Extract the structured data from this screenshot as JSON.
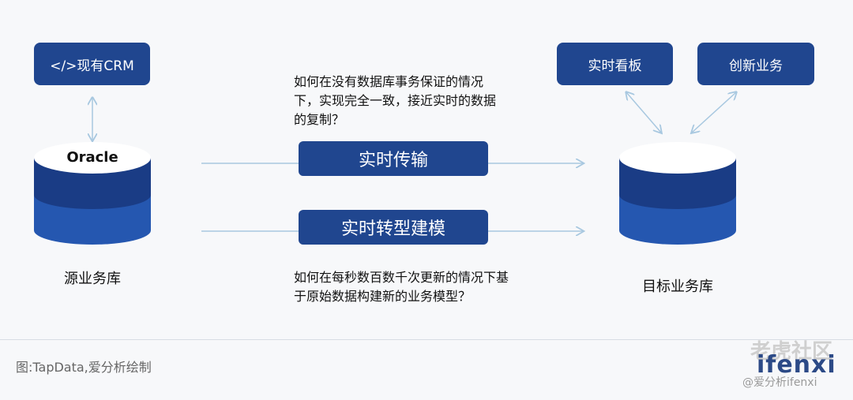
{
  "boxes": {
    "crm": "</>现有CRM",
    "dashboard": "实时看板",
    "innovation": "创新业务",
    "realtime_transfer": "实时传输",
    "realtime_modeling": "实时转型建模"
  },
  "source_db": {
    "top_label": "Oracle",
    "caption": "源业务库"
  },
  "target_db": {
    "caption": "目标业务库"
  },
  "questions": {
    "q1": "如何在没有数据库事务保证的情况下，实现完全一致，接近实时的数据的复制？",
    "q2": "如何在每秒数百数千次更新的情况下基于原始数据构建新的业务模型？"
  },
  "footer": "图:TapData,爱分析绘制",
  "watermark": {
    "line1": "老虎社区",
    "line2": "ifenxi",
    "line3": "@爱分析ifenxi"
  },
  "colors": {
    "box": "#20468f",
    "cyl_dark": "#1a3c85",
    "cyl_light": "#2557b0",
    "line": "#a8c8e0"
  }
}
